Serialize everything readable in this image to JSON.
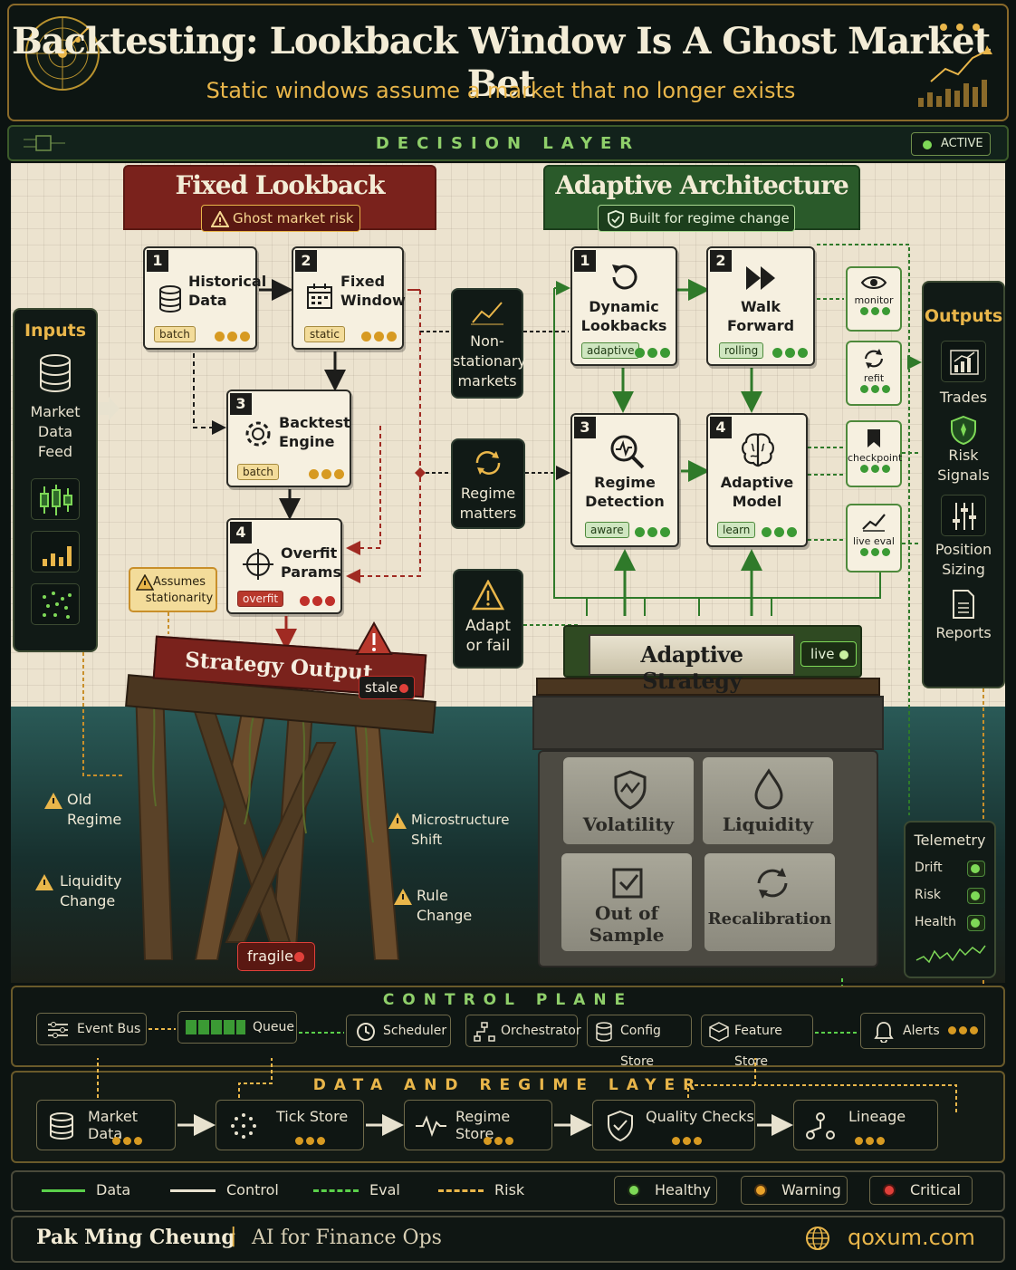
{
  "header": {
    "title": "Backtesting: Lookback Window Is A Ghost Market Bet",
    "subtitle": "Static windows assume a market that no longer exists"
  },
  "decision_layer": {
    "label": "DECISION LAYER",
    "badge": "ACTIVE"
  },
  "inputs": {
    "title": "Inputs",
    "feed_label": "Market Data Feed",
    "feed_lines": [
      "Market",
      "Data",
      "Feed"
    ]
  },
  "outputs": {
    "title": "Outputs",
    "items": [
      {
        "label_lines": [
          "Trades"
        ]
      },
      {
        "label_lines": [
          "Risk",
          "Signals"
        ]
      },
      {
        "label_lines": [
          "Position",
          "Sizing"
        ]
      },
      {
        "label_lines": [
          "Reports"
        ]
      }
    ]
  },
  "fixed": {
    "title": "Fixed Lookback",
    "risk_badge": "Ghost market risk",
    "cards": [
      {
        "num": "1",
        "title_lines": [
          "Historical",
          "Data"
        ],
        "tag": "batch"
      },
      {
        "num": "2",
        "title_lines": [
          "Fixed",
          "Window"
        ],
        "tag": "static"
      },
      {
        "num": "3",
        "title_lines": [
          "Backtest",
          "Engine"
        ],
        "tag": "batch"
      },
      {
        "num": "4",
        "title_lines": [
          "Overfit",
          "Params"
        ],
        "tag": "overfit"
      }
    ],
    "assumption_lines": [
      "Assumes",
      "stationarity"
    ],
    "output_sign": "Strategy Output",
    "output_status": "stale",
    "fragile": "fragile"
  },
  "middle": [
    {
      "lines": [
        "Non-",
        "stationary",
        "markets"
      ]
    },
    {
      "lines": [
        "Regime",
        "matters"
      ]
    },
    {
      "lines": [
        "Adapt",
        "or fail"
      ]
    }
  ],
  "adaptive": {
    "title": "Adaptive Architecture",
    "badge": "Built for regime change",
    "cards": [
      {
        "num": "1",
        "title_lines": [
          "Dynamic",
          "Lookbacks"
        ],
        "tag": "adaptive"
      },
      {
        "num": "2",
        "title_lines": [
          "Walk",
          "Forward"
        ],
        "tag": "rolling"
      },
      {
        "num": "3",
        "title_lines": [
          "Regime",
          "Detection"
        ],
        "tag": "aware"
      },
      {
        "num": "4",
        "title_lines": [
          "Adaptive",
          "Model"
        ],
        "tag": "learn"
      }
    ],
    "monitors": [
      "monitor",
      "refit",
      "checkpoint",
      "live eval"
    ],
    "strategy_sign": "Adaptive Strategy",
    "strategy_status": "live",
    "stones": [
      {
        "lines": [
          "Volatility"
        ]
      },
      {
        "lines": [
          "Liquidity"
        ]
      },
      {
        "lines": [
          "Out of",
          "Sample"
        ]
      },
      {
        "lines": [
          "Recalibration"
        ]
      }
    ]
  },
  "water_warnings": [
    {
      "lines": [
        "Old",
        "Regime"
      ]
    },
    {
      "lines": [
        "Liquidity",
        "Change"
      ]
    },
    {
      "lines": [
        "Microstructure",
        "Shift"
      ]
    },
    {
      "lines": [
        "Rule",
        "Change"
      ]
    }
  ],
  "telemetry": {
    "title": "Telemetry",
    "rows": [
      "Drift",
      "Risk",
      "Health"
    ]
  },
  "control_plane": {
    "label": "CONTROL PLANE",
    "items": [
      "Event Bus",
      "Queue",
      "Scheduler",
      "Orchestrator",
      "Config Store",
      "Feature Store",
      "Alerts"
    ]
  },
  "data_layer": {
    "label": "DATA AND REGIME LAYER",
    "items": [
      "Market Data",
      "Tick Store",
      "Regime Store",
      "Quality Checks",
      "Lineage"
    ]
  },
  "legend": {
    "lines": [
      "Data",
      "Control",
      "Eval",
      "Risk"
    ],
    "statuses": [
      "Healthy",
      "Warning",
      "Critical"
    ]
  },
  "footer": {
    "author": "Pak Ming Cheung",
    "role": "AI for Finance Ops",
    "site": "qoxum.com"
  },
  "colors": {
    "gold": "#e9b64a",
    "green": "#3b9a34",
    "red": "#b8382c",
    "fixed_header": "#7a221c",
    "adaptive_header": "#2a5a2a"
  }
}
